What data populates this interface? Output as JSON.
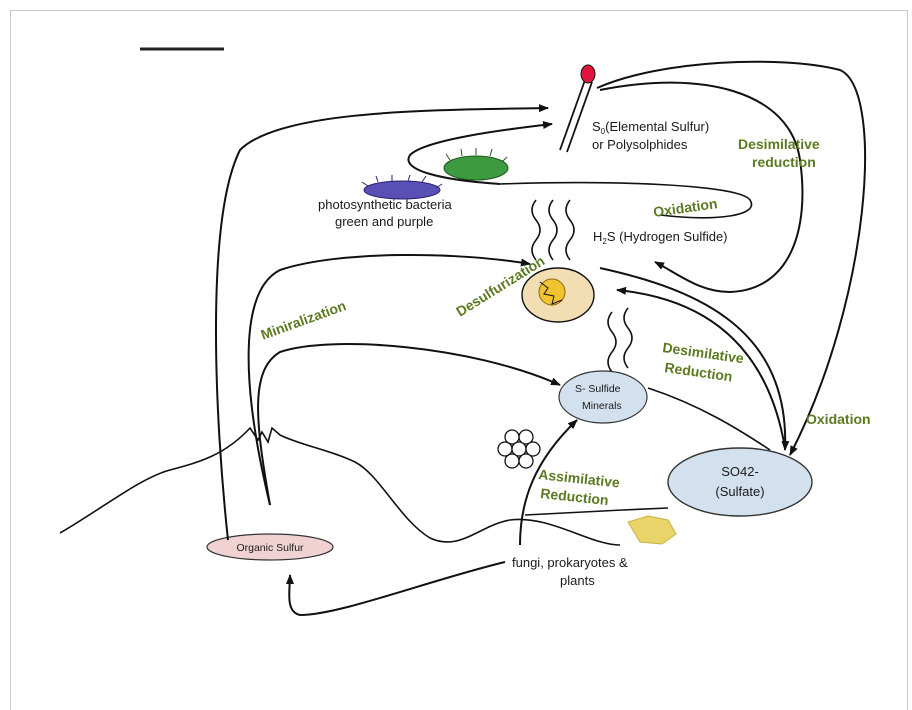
{
  "labels": {
    "elemental_sulfur_line1": "S",
    "elemental_sulfur_sub": "0",
    "elemental_sulfur_line1b": "(Elemental Sulfur)",
    "elemental_sulfur_line2": "or Polysolphides",
    "photo_bacteria_line1": "photosynthetic bacteria",
    "photo_bacteria_line2": "green and purple",
    "h2s_prefix": "H",
    "h2s_sub": "2",
    "h2s_rest": "S (Hydrogen Sulfide)",
    "sulfide_minerals_line1": "S-   Sulfide",
    "sulfide_minerals_line2": "Minerals",
    "sulfate_line1": "SO42-",
    "sulfate_line2": "(Sulfate)",
    "organic_sulfur": "Organic Sulfur",
    "fungi_line1": "fungi, prokaryotes &",
    "fungi_line2": "plants"
  },
  "processes": {
    "desimilative_reduction_top_1": "Desimilative",
    "desimilative_reduction_top_2": "reduction",
    "oxidation_top": "Oxidation",
    "desulfurization": "Desulfurization",
    "miniralization": "Miniralization",
    "desimilative_reduction_mid_1": "Desimilative",
    "desimilative_reduction_mid_2": "Reduction",
    "oxidation_right": "Oxidation",
    "assimilative_reduction_1": "Assimilative",
    "assimilative_reduction_2": "Reduction"
  },
  "colors": {
    "process_label": "#5c7a22",
    "node_fill": "#d3e0ee",
    "organic_fill": "#f0d2d2",
    "bacteria_purple": "#5a4fb5",
    "bacteria_green": "#3e9a3e",
    "match_head": "#e0143c"
  }
}
